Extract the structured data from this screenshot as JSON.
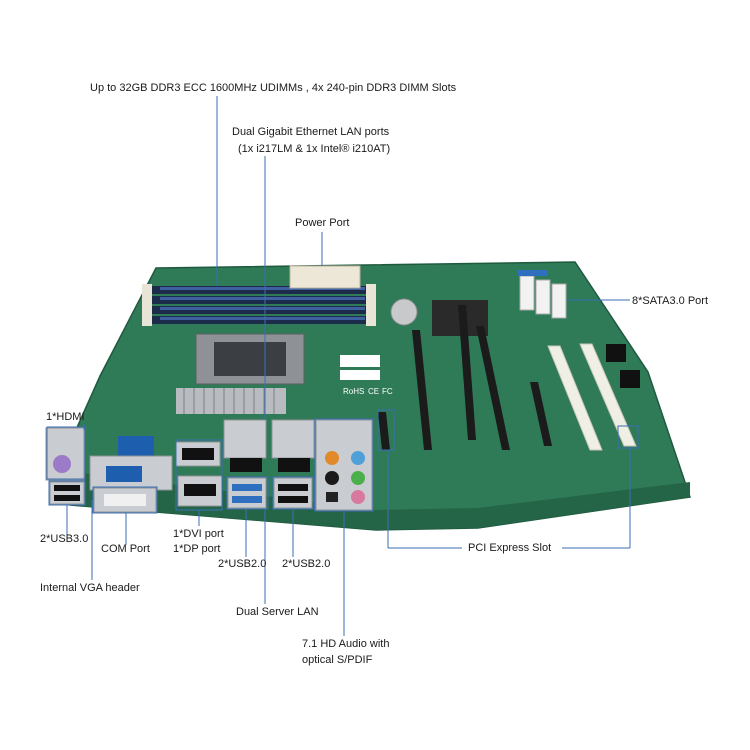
{
  "labels": {
    "dimm": "Up to 32GB DDR3 ECC 1600MHz UDIMMs , 4x 240-pin DDR3 DIMM Slots",
    "lan_ports_line1": "Dual Gigabit Ethernet LAN ports",
    "lan_ports_line2": "(1x  i217LM & 1x Intel® i210AT)",
    "power_port": "Power Port",
    "sata": "8*SATA3.0 Port",
    "hdmi": "1*HDMI",
    "usb30": "2*USB3.0",
    "com": "COM Port",
    "internal_vga": "Internal VGA header",
    "dvi": "1*DVI port",
    "dp": "1*DP port",
    "usb20_a": "2*USB2.0",
    "usb20_b": "2*USB2.0",
    "server_lan": "Dual  Server LAN",
    "audio_line1": "7.1 HD Audio with",
    "audio_line2": "optical S/PDIF",
    "pci": "PCI Express Slot"
  },
  "board_marks": {
    "rohs": "RoHS",
    "ce": "CE",
    "fc": "FC"
  },
  "colors": {
    "pcb": "#2f7a57",
    "pcb_dark": "#246447",
    "dimm_slot": "#1c2b4a",
    "dimm_latch": "#e8e4d6",
    "leader": "#3a6fb5",
    "pcie_black": "#1b1b1b",
    "pci_white": "#efefe6",
    "io_silver": "#c9ccd0",
    "vga_blue": "#1d5fae",
    "ps2_purple": "#9b7bc7"
  }
}
